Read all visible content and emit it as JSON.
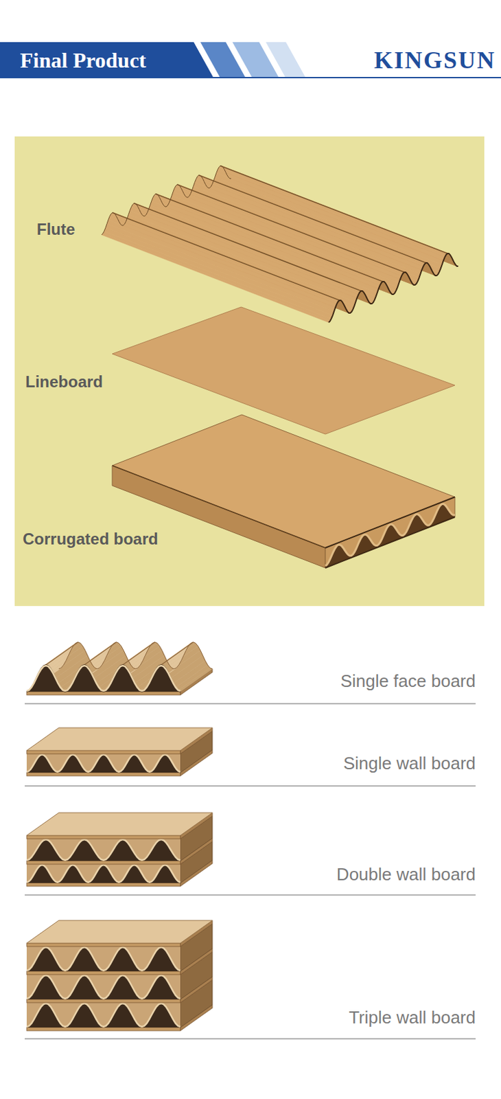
{
  "diagram": {
    "title": "Final Product",
    "labels": [
      "KINGSUN",
      "Flute",
      "Lineboard",
      "Corrugated board",
      "Single face board",
      "Single wall board",
      "Double wall board",
      "Triple wall board"
    ]
  }
}
